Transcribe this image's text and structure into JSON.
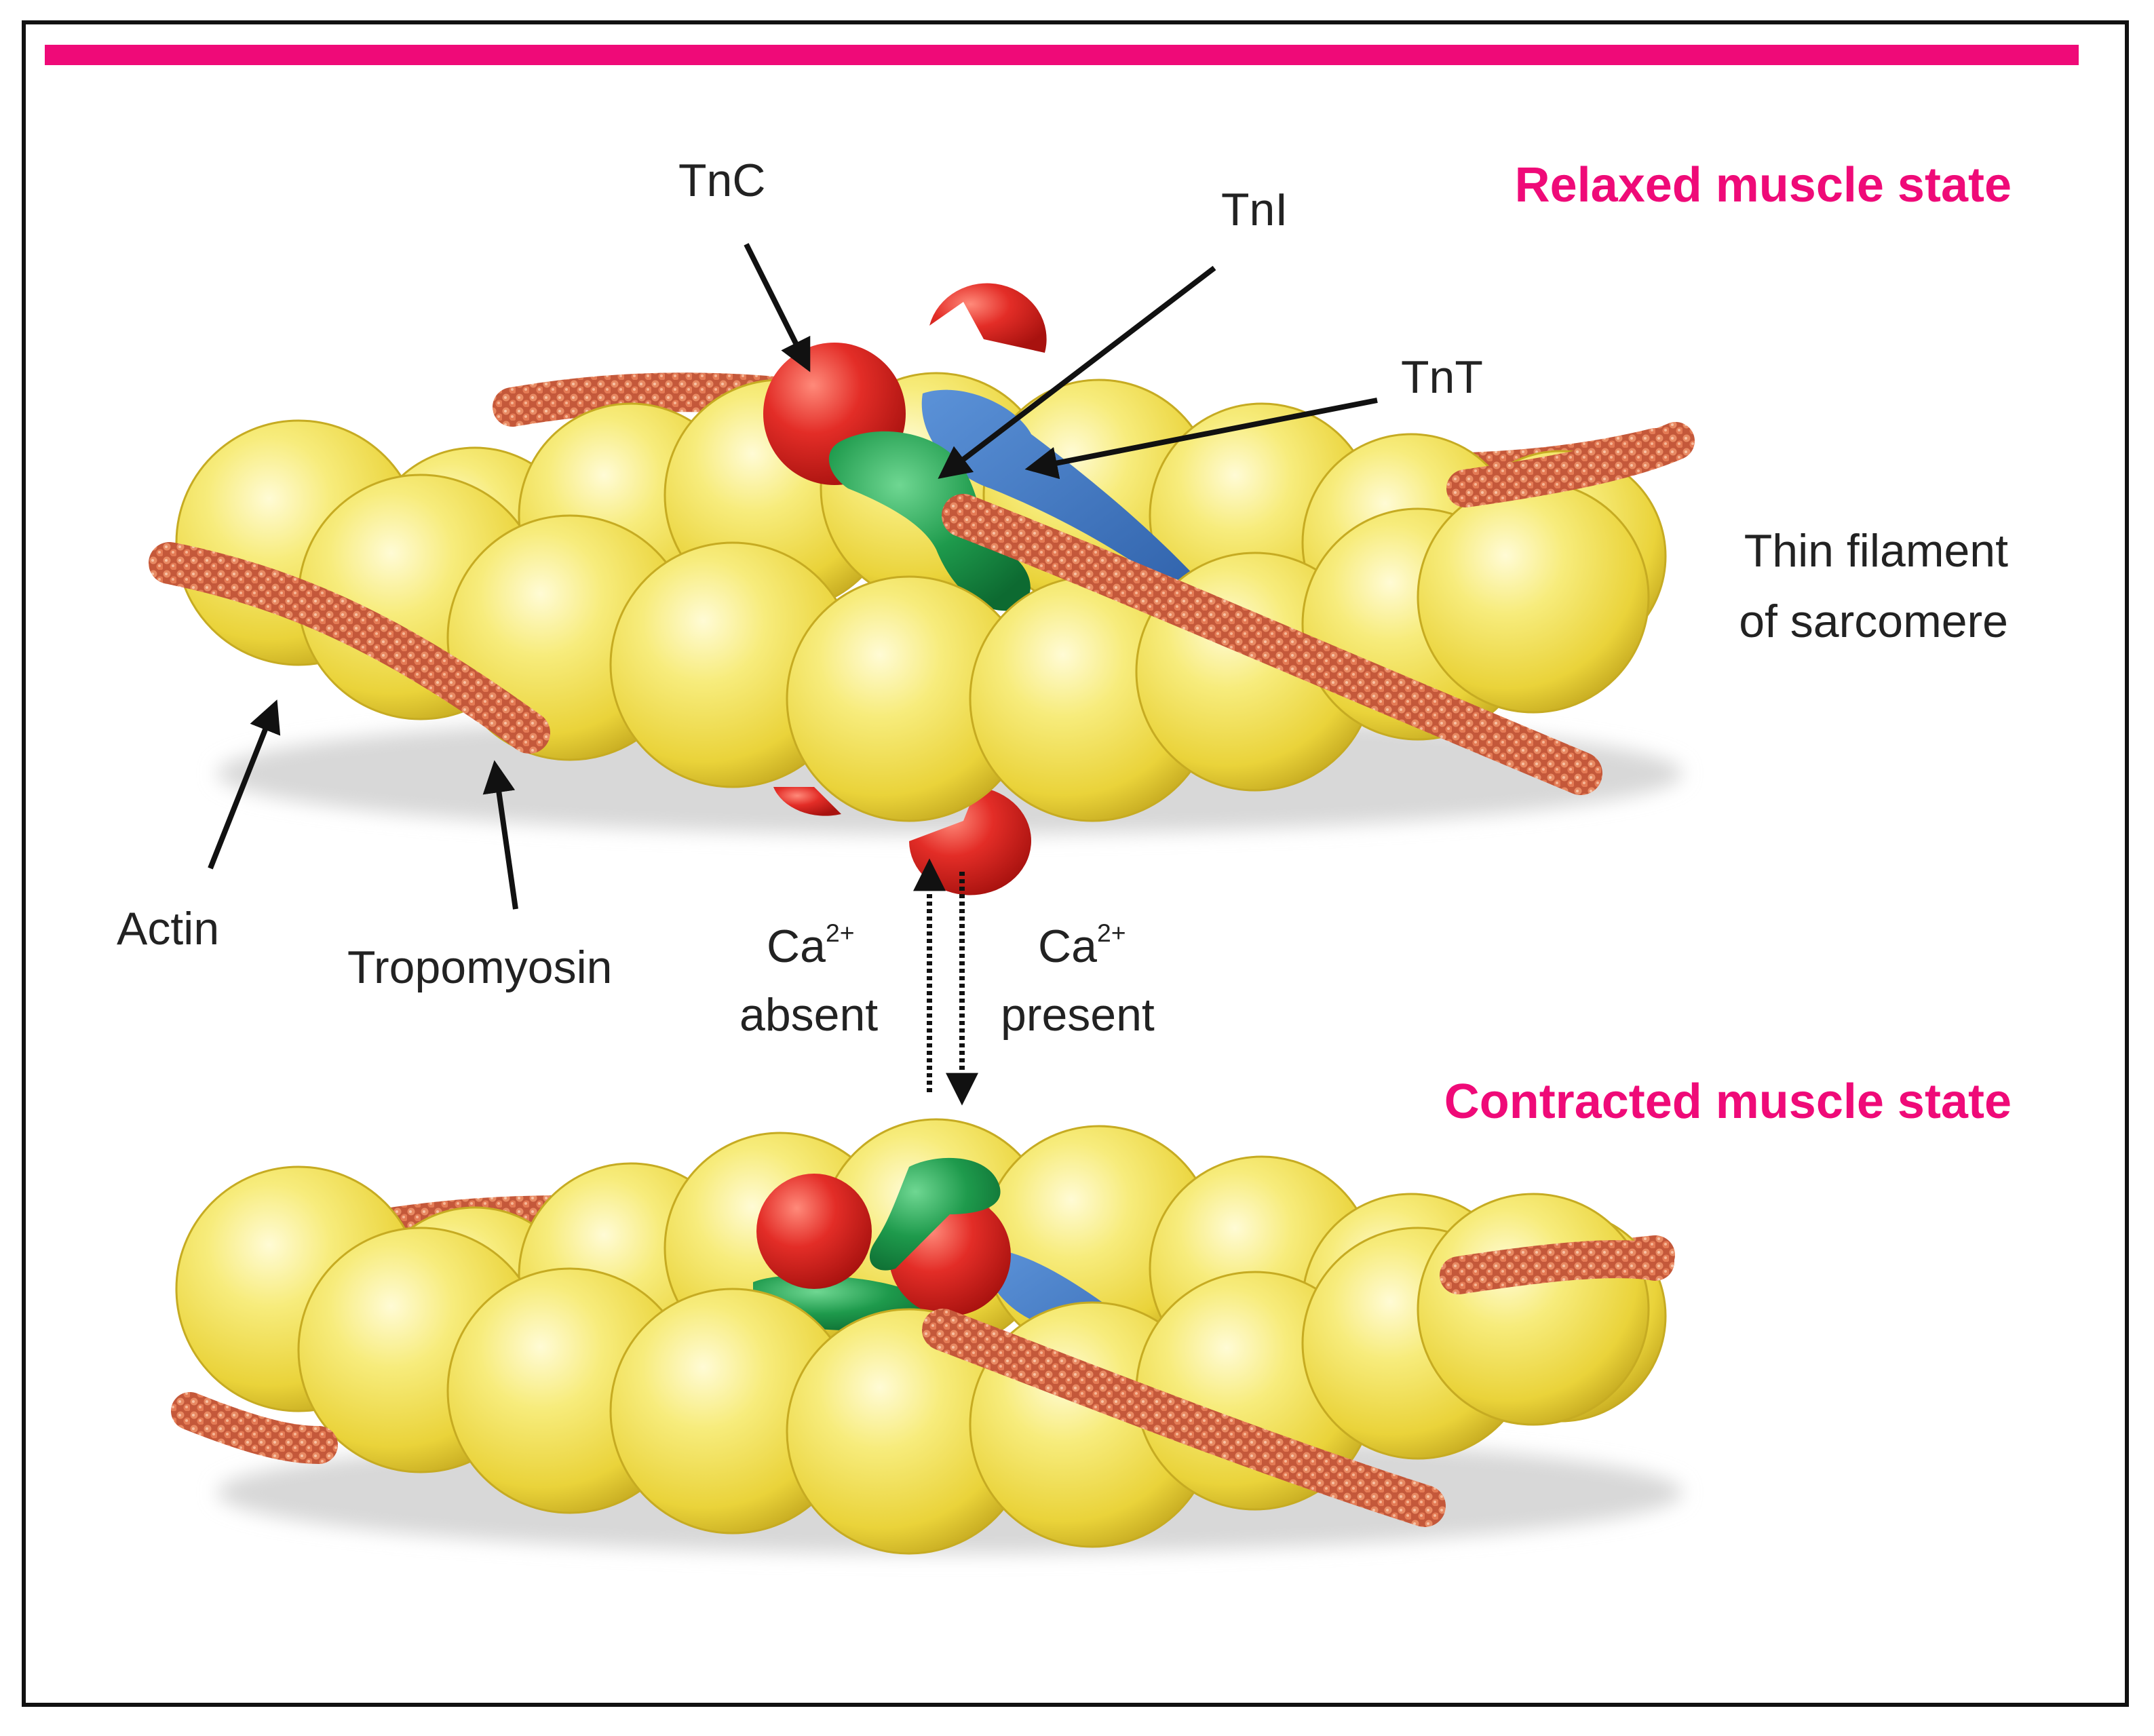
{
  "colors": {
    "accent": "#ef0a78",
    "actin": "#f1df4e",
    "actin_edge": "#c9b225",
    "tropomyosin": "#d96a45",
    "tnc": "#e12b27",
    "tni": "#3a74c2",
    "tnt": "#1e9a4c",
    "frame": "#111111"
  },
  "states": {
    "relaxed": "Relaxed muscle state",
    "contracted": "Contracted muscle state"
  },
  "labels": {
    "tnc": "TnC",
    "tni": "TnI",
    "tnt": "TnT",
    "thin_line1": "Thin filament",
    "thin_line2": "of sarcomere",
    "actin": "Actin",
    "tropomyosin": "Tropomyosin",
    "ca_absent_base": "Ca",
    "ca_absent_sup": "2+",
    "ca_absent_word": "absent",
    "ca_present_base": "Ca",
    "ca_present_sup": "2+",
    "ca_present_word": "present"
  }
}
